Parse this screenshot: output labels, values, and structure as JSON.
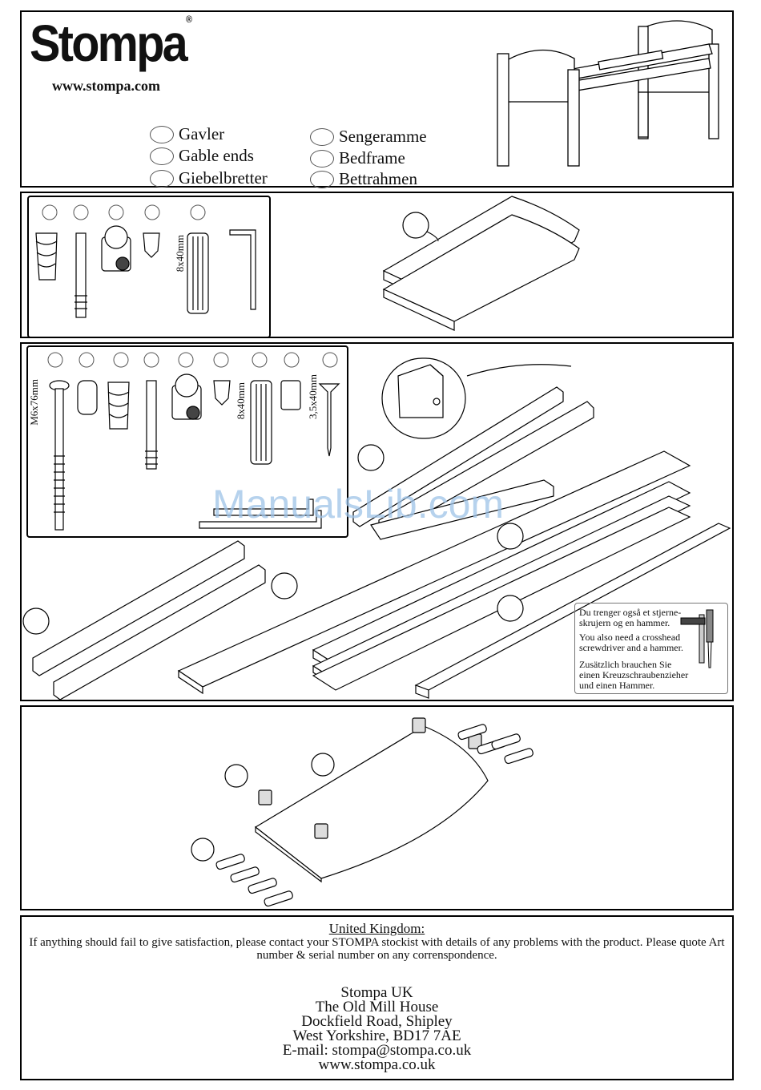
{
  "brand": {
    "logo": "Stompa",
    "registered_mark": "®",
    "website": "www.stompa.com"
  },
  "header": {
    "parts_left": [
      "Gavler",
      "Gable ends",
      "Giebelbretter"
    ],
    "parts_right": [
      "Sengeramme",
      "Bedframe",
      "Bettrahmen"
    ]
  },
  "section_gable": {
    "dowel_size": "8x40mm"
  },
  "section_frame": {
    "bolt_size": "M6x76mm",
    "dowel_size": "8x40mm",
    "screw_size": "3,5x40mm",
    "tools_note": [
      "Du trenger også et stjerne-",
      "skrujern og en hammer.",
      "You also need a crosshead",
      "screwdriver and a hammer.",
      "Zusätzlich brauchen Sie",
      "einen Kreuzschraubenzieher",
      "und einen Hammer."
    ]
  },
  "watermark": "ManualsLib.com",
  "footer": {
    "title": "United Kingdom:",
    "text": "If anything should fail to give satisfaction, please contact your STOMPA stockist with details of any problems with the product. Please quote Art number & serial number on any corrensponden­ce.",
    "address": [
      "Stompa UK",
      "The Old Mill House",
      "Dockfield Road, Shipley",
      "West Yorkshire, BD17 7AE",
      "E-mail: stompa@stompa.co.uk",
      "www.stompa.co.uk"
    ]
  }
}
